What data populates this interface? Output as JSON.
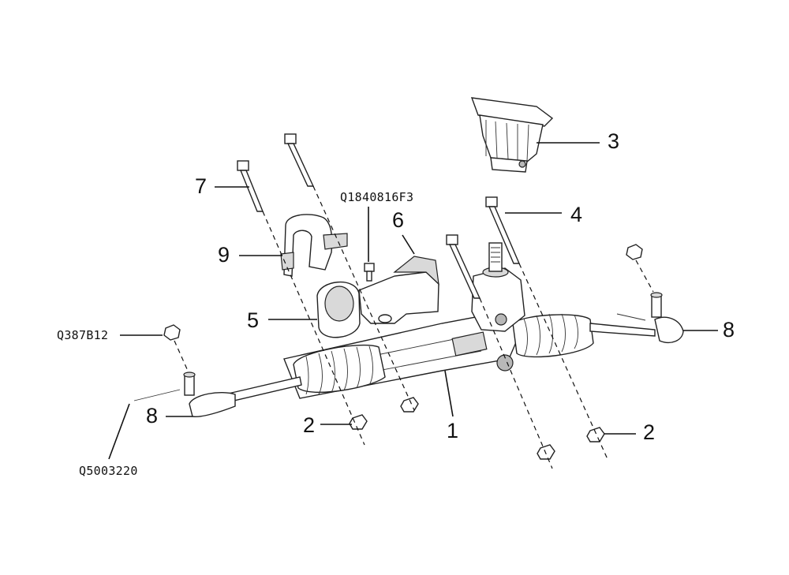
{
  "callouts": {
    "c1": "1",
    "c2a": "2",
    "c2b": "2",
    "c3": "3",
    "c4": "4",
    "c5": "5",
    "c6": "6",
    "c7": "7",
    "c8a": "8",
    "c8b": "8",
    "c9": "9",
    "q1840816": "Q1840816F3",
    "q387b12": "Q387B12",
    "q5003220": "Q5003220"
  }
}
